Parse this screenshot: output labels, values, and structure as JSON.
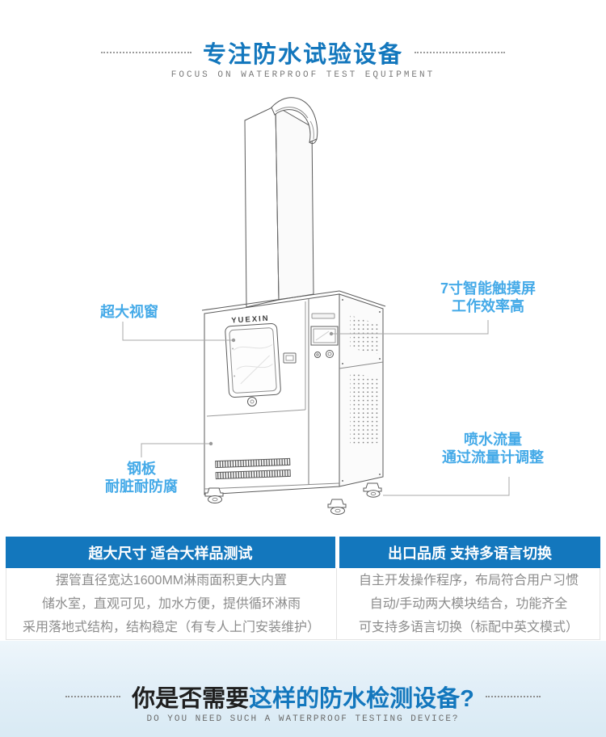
{
  "colors": {
    "primary_blue": "#1377bd",
    "callout_blue": "#45aae8",
    "feature_band_bg": "#1377bd",
    "body_text_gray": "#8c8c8c",
    "footer_bg_light_blue": "#ddedf6",
    "footer_dark_text": "#1f1f1f"
  },
  "header": {
    "title": "专注防水试验设备",
    "subtitle": "FOCUS ON WATERPROOF TEST EQUIPMENT"
  },
  "machine": {
    "brand": "YUEXIN"
  },
  "callouts": {
    "window": {
      "line1": "超大视窗"
    },
    "touchscreen": {
      "line1": "7寸智能触摸屏",
      "line2": "工作效率高"
    },
    "steel_plate": {
      "line1": "钢板",
      "line2": "耐脏耐防腐"
    },
    "spray_flow": {
      "line1": "喷水流量",
      "line2": "通过流量计调整"
    }
  },
  "features": [
    {
      "title": "超大尺寸 适合大样品测试",
      "lines": [
        "摆管直径宽达1600MM淋雨面积更大内置",
        "储水室，直观可见，加水方便，提供循环淋雨",
        "采用落地式结构，结构稳定（有专人上门安装维护）"
      ]
    },
    {
      "title": "出口品质 支持多语言切换",
      "lines": [
        "自主开发操作程序，布局符合用户习惯",
        "自动/手动两大模块结合，功能齐全",
        "可支持多语言切换（标配中英文模式）"
      ]
    }
  ],
  "footer": {
    "question_prefix": "你是否需要",
    "question_highlight": "这样的防水检测设备?",
    "subtitle": "DO YOU NEED SUCH A WATERPROOF TESTING DEVICE?"
  }
}
